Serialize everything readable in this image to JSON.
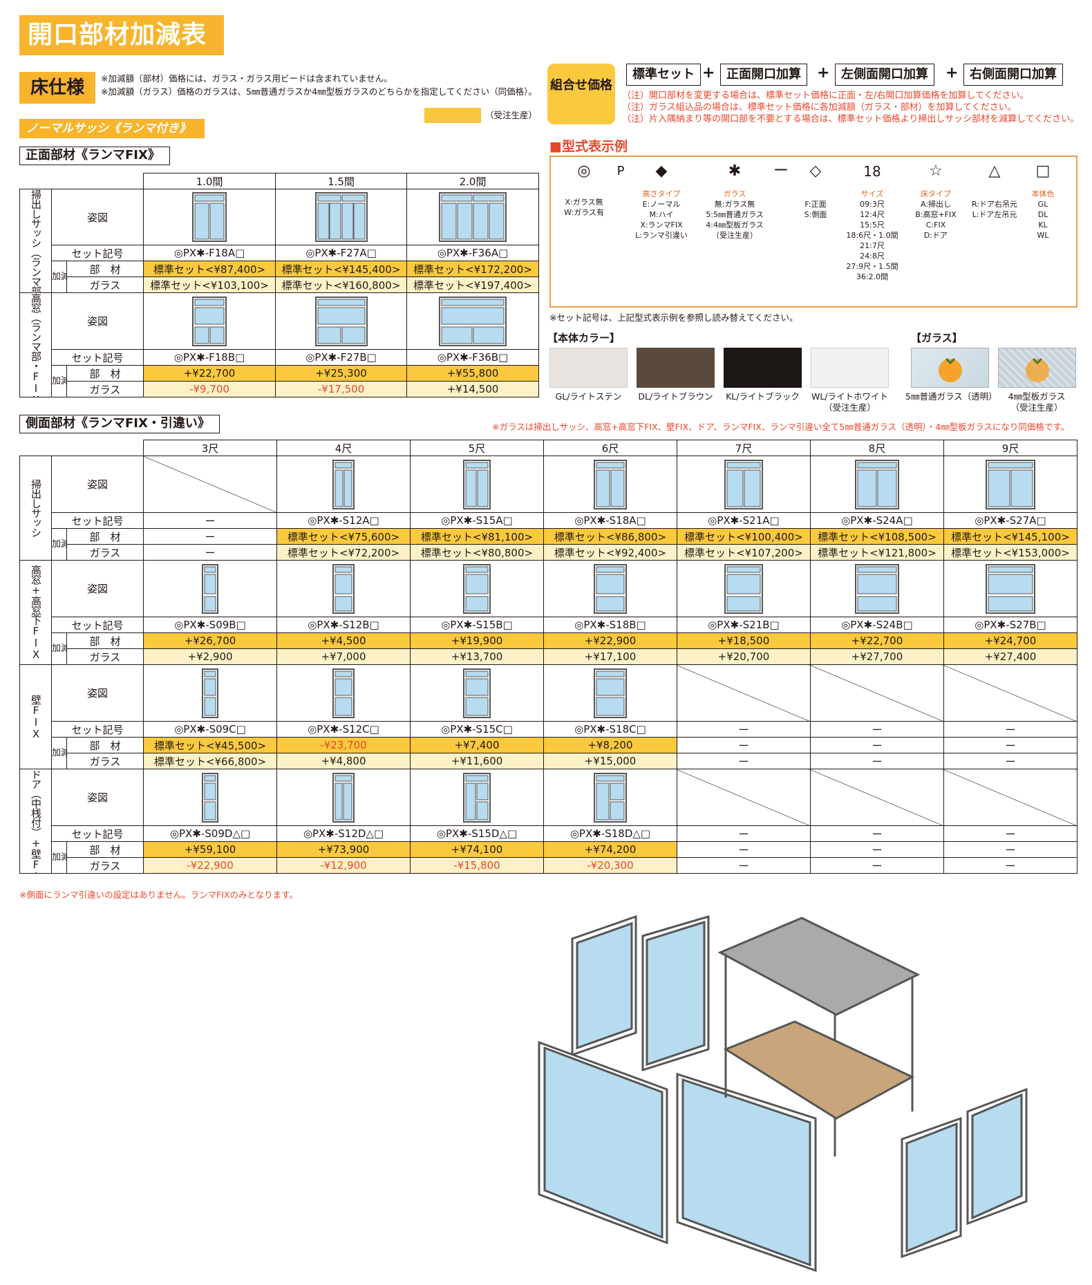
{
  "title": "開口部材加減表",
  "floor_spec": "床仕様",
  "notes": [
    "※加減額（部材）価格には、ガラス・ガラス用ビードは含まれていません。",
    "※加減額（ガラス）価格のガラスは、5㎜普通ガラスか4㎜型板ガラスのどちらかを指定してください（同価格）。"
  ],
  "normal_sash": "ノーマルサッシ《ランマ付き》",
  "order_made": "（受注生産）",
  "combo": {
    "label": "組合せ価格",
    "boxes": [
      "標準セット",
      "正面開口加算",
      "左側面開口加算",
      "右側面開口加算"
    ],
    "plus": "+",
    "notes": [
      "（注）開口部材を変更する場合は、標準セット価格に正面・左/右開口加算価格を加算してください。",
      "（注）ガラス組込品の場合は、標準セット価格に各加減額（ガラス・部材）を加算してください。",
      "（注）片入隅納まり等の開口部を不要とする場合は、標準セット価格より掃出しサッシ部材を減算してください。"
    ]
  },
  "front": {
    "heading": "正面部材《ランマFIX》",
    "cols": [
      "1.0間",
      "1.5間",
      "2.0間"
    ],
    "row_labels": {
      "fig": "姿図",
      "code": "セット記号",
      "adj": "加減額",
      "part": "部　材",
      "glass": "ガラス"
    },
    "groups": [
      {
        "name": "掃出しサッシ（ランマ部・FIX）",
        "codes": [
          "◎PX✱-F18A□",
          "◎PX✱-F27A□",
          "◎PX✱-F36A□"
        ],
        "parts": [
          "標準セット<¥87,400>",
          "標準セット<¥145,400>",
          "標準セット<¥172,200>"
        ],
        "glass": [
          "標準セット<¥103,100>",
          "標準セット<¥160,800>",
          "標準セット<¥197,400>"
        ]
      },
      {
        "name": "高窓（ランマ部・FIX）",
        "codes": [
          "◎PX✱-F18B□",
          "◎PX✱-F27B□",
          "◎PX✱-F36B□"
        ],
        "parts": [
          "+¥22,700",
          "+¥25,300",
          "+¥55,800"
        ],
        "glass": [
          "-¥9,700",
          "-¥17,500",
          "+¥14,500"
        ]
      }
    ]
  },
  "type_example": {
    "title": "■型式表示例",
    "symbols": [
      "◎",
      "P",
      "◆",
      "✱",
      "ー",
      "◇",
      "18",
      "☆",
      "△",
      "□"
    ],
    "col1": [
      "X:ガラス無",
      "W:ガラス有"
    ],
    "height_title": "高さタイプ",
    "height": [
      "E:ノーマル",
      "M:ハイ",
      "X:ランマFIX",
      "L:ランマ引違い"
    ],
    "glass_title": "ガラス",
    "glass": [
      "無:ガラス無",
      "5:5㎜普通ガラス",
      "4:4㎜型板ガラス",
      "（受注生産）"
    ],
    "side": [
      "F:正面",
      "S:側面"
    ],
    "size_title": "サイズ",
    "size": [
      "09:3尺",
      "12:4尺",
      "15:5尺",
      "18:6尺・1.0間",
      "21:7尺",
      "24:8尺",
      "27:9尺・1.5間",
      "36:2.0間"
    ],
    "floor_title": "床タイプ",
    "floor": [
      "A:掃出し",
      "B:高窓+FIX",
      "C:FIX",
      "D:ドア"
    ],
    "door": [
      "R:ドア右吊元",
      "L:ドア左吊元"
    ],
    "color_title": "本体色",
    "color": [
      "GL",
      "DL",
      "KL",
      "WL"
    ],
    "note": "※セット記号は、上記型式表示例を参照し読み替えてください。"
  },
  "body_color": {
    "title": "【本体カラー】",
    "items": [
      {
        "name": "GL/ライトステン",
        "hex": "#e8e3df"
      },
      {
        "name": "DL/ライトブラウン",
        "hex": "#5a4a3e"
      },
      {
        "name": "KL/ライトブラック",
        "hex": "#1c1714"
      },
      {
        "name": "WL/ライトホワイト",
        "sub": "（受注生産）",
        "hex": "#f2f1ef"
      }
    ]
  },
  "glass_color": {
    "title": "【ガラス】",
    "items": [
      {
        "name": "5㎜普通ガラス（透明）"
      },
      {
        "name": "4㎜型板ガラス",
        "sub": "（受注生産）"
      }
    ]
  },
  "side": {
    "heading": "側面部材《ランマFIX・引違い》",
    "note": "※ガラスは掃出しサッシ、高窓+高窓下FIX、壁FIX、ドア、ランマFIX、ランマ引違い全て5㎜普通ガラス（透明）・4㎜型板ガラスになり同価格です。",
    "cols": [
      "3尺",
      "4尺",
      "5尺",
      "6尺",
      "7尺",
      "8尺",
      "9尺"
    ],
    "groups": [
      {
        "name": "掃出しサッシ",
        "codes": [
          "ー",
          "◎PX✱-S12A□",
          "◎PX✱-S15A□",
          "◎PX✱-S18A□",
          "◎PX✱-S21A□",
          "◎PX✱-S24A□",
          "◎PX✱-S27A□"
        ],
        "parts": [
          "ー",
          "標準セット<¥75,600>",
          "標準セット<¥81,100>",
          "標準セット<¥86,800>",
          "標準セット<¥100,400>",
          "標準セット<¥108,500>",
          "標準セット<¥145,100>"
        ],
        "glass": [
          "ー",
          "標準セット<¥72,200>",
          "標準セット<¥80,800>",
          "標準セット<¥92,400>",
          "標準セット<¥107,200>",
          "標準セット<¥121,800>",
          "標準セット<¥153,000>"
        ]
      },
      {
        "name": "高窓+高窓下FIX",
        "codes": [
          "◎PX✱-S09B□",
          "◎PX✱-S12B□",
          "◎PX✱-S15B□",
          "◎PX✱-S18B□",
          "◎PX✱-S21B□",
          "◎PX✱-S24B□",
          "◎PX✱-S27B□"
        ],
        "parts": [
          "+¥26,700",
          "+¥4,500",
          "+¥19,900",
          "+¥22,900",
          "+¥18,500",
          "+¥22,700",
          "+¥24,700"
        ],
        "glass": [
          "+¥2,900",
          "+¥7,000",
          "+¥13,700",
          "+¥17,100",
          "+¥20,700",
          "+¥27,700",
          "+¥27,400"
        ]
      },
      {
        "name": "壁FIX",
        "codes": [
          "◎PX✱-S09C□",
          "◎PX✱-S12C□",
          "◎PX✱-S15C□",
          "◎PX✱-S18C□",
          "ー",
          "ー",
          "ー"
        ],
        "parts": [
          "標準セット<¥45,500>",
          "-¥23,700",
          "+¥7,400",
          "+¥8,200",
          "ー",
          "ー",
          "ー"
        ],
        "glass": [
          "標準セット<¥66,800>",
          "+¥4,800",
          "+¥11,600",
          "+¥15,000",
          "ー",
          "ー",
          "ー"
        ]
      },
      {
        "name": "ドア（中桟付）+壁FIX",
        "codes": [
          "◎PX✱-S09D△□",
          "◎PX✱-S12D△□",
          "◎PX✱-S15D△□",
          "◎PX✱-S18D△□",
          "ー",
          "ー",
          "ー"
        ],
        "parts": [
          "+¥59,100",
          "+¥73,900",
          "+¥74,100",
          "+¥74,200",
          "ー",
          "ー",
          "ー"
        ],
        "glass": [
          "-¥22,900",
          "-¥12,900",
          "-¥15,800",
          "-¥20,300",
          "ー",
          "ー",
          "ー"
        ]
      }
    ],
    "footer": "※側面にランマ引違いの設定はありません。ランマFIXのみとなります。"
  },
  "colors": {
    "accent": "#f7b42c",
    "highlight": "#fbc93e",
    "light": "#fdf2c7",
    "red": "#e8462b"
  }
}
